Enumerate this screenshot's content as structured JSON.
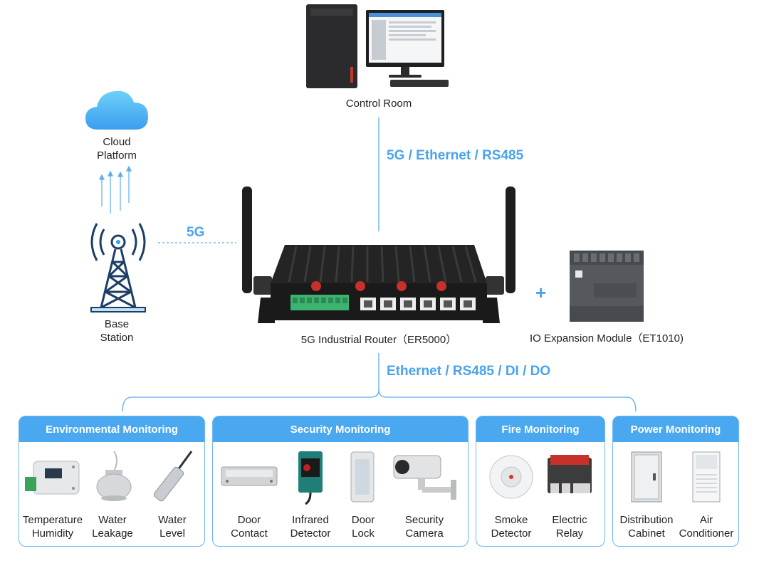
{
  "nodes": {
    "control_room": "Control Room",
    "cloud_line1": "Cloud",
    "cloud_line2": "Platform",
    "base_line1": "Base",
    "base_line2": "Station",
    "router": "5G Industrial Router（ER5000）",
    "io_module": "IO Expansion Module（ET1010)"
  },
  "links": {
    "top": "5G / Ethernet / RS485",
    "left": "5G",
    "bottom": "Ethernet / RS485 / DI / DO",
    "plus": "+"
  },
  "categories": [
    {
      "title": "Environmental Monitoring",
      "items": [
        {
          "label": "Temperature\nHumidity",
          "icon": "temperature-humidity-sensor-icon"
        },
        {
          "label": "Water\nLeakage",
          "icon": "water-leakage-sensor-icon"
        },
        {
          "label": "Water\nLevel",
          "icon": "water-level-sensor-icon"
        }
      ]
    },
    {
      "title": "Security Monitoring",
      "items": [
        {
          "label": "Door\nContact",
          "icon": "door-contact-icon"
        },
        {
          "label": "Infrared\nDetector",
          "icon": "infrared-detector-icon"
        },
        {
          "label": "Door\nLock",
          "icon": "door-lock-icon"
        },
        {
          "label": "Security\nCamera",
          "icon": "security-camera-icon"
        }
      ]
    },
    {
      "title": "Fire Monitoring",
      "items": [
        {
          "label": "Smoke\nDetector",
          "icon": "smoke-detector-icon"
        },
        {
          "label": "Electric\nRelay",
          "icon": "electric-relay-icon"
        }
      ]
    },
    {
      "title": "Power Monitoring",
      "items": [
        {
          "label": "Distribution\nCabinet",
          "icon": "distribution-cabinet-icon"
        },
        {
          "label": "Air\nConditioner",
          "icon": "air-conditioner-icon"
        }
      ]
    }
  ],
  "colors": {
    "accent": "#4aa3ee",
    "panel_header": "#4aa8f0",
    "device_body": "#2a2a2a",
    "port_green": "#3cb371"
  }
}
